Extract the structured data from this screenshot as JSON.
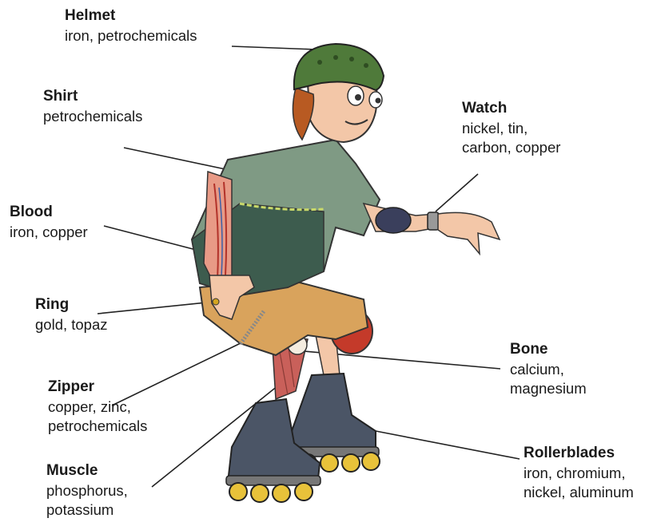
{
  "labels": {
    "helmet": {
      "title": "Helmet",
      "lines": [
        "iron, petrochemicals"
      ]
    },
    "shirt": {
      "title": "Shirt",
      "lines": [
        "petrochemicals"
      ]
    },
    "watch": {
      "title": "Watch",
      "lines": [
        "nickel, tin,",
        "carbon, copper"
      ]
    },
    "blood": {
      "title": "Blood",
      "lines": [
        "iron, copper"
      ]
    },
    "ring": {
      "title": "Ring",
      "lines": [
        "gold, topaz"
      ]
    },
    "bone": {
      "title": "Bone",
      "lines": [
        "calcium,",
        "magnesium"
      ]
    },
    "zipper": {
      "title": "Zipper",
      "lines": [
        "copper, zinc,",
        "petrochemicals"
      ]
    },
    "muscle": {
      "title": "Muscle",
      "lines": [
        "phosphorus,",
        "potassium"
      ]
    },
    "rollerblades": {
      "title": "Rollerblades",
      "lines": [
        "iron, chromium,",
        "nickel, aluminum"
      ]
    }
  },
  "colors": {
    "helmet": "#4f7a3a",
    "shirt_light": "#7f9a84",
    "shirt_dark": "#3d5c4e",
    "shorts": "#d9a35c",
    "skin": "#f3c7a8",
    "hair": "#b85a22",
    "kneepad": "#c43a2a",
    "skate": "#4b5566",
    "wheel": "#e8c23a",
    "muscle": "#c9605a",
    "leader_line": "#222222"
  }
}
